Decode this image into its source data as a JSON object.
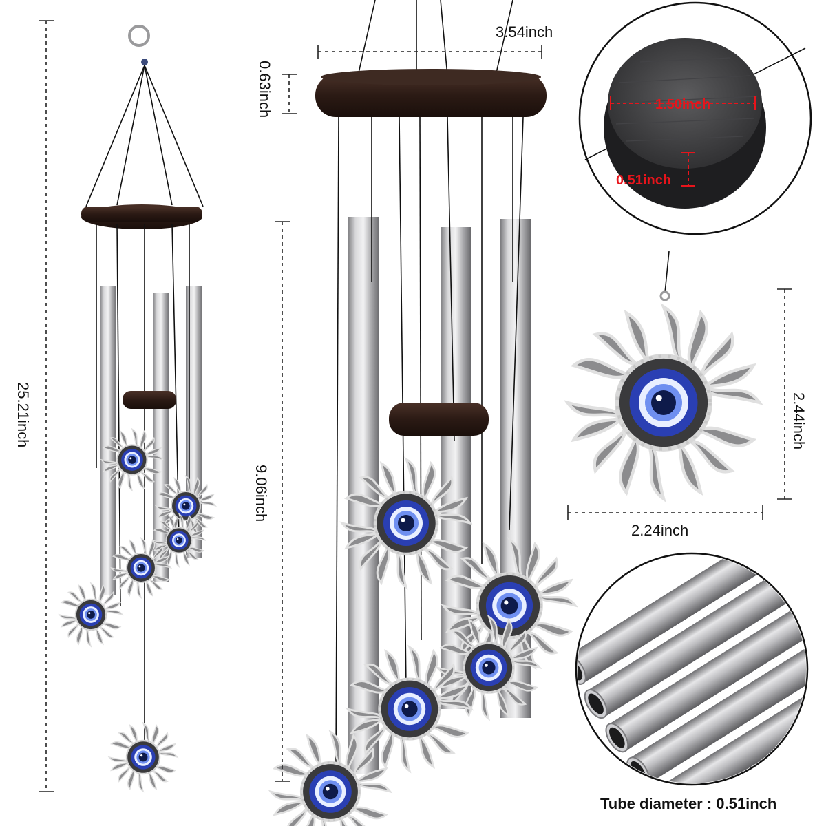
{
  "image": {
    "kind": "product dimension photo",
    "subject": "silver wind chime with sun-shaped evil eye pendants"
  },
  "dimensions": {
    "total_length": "25.21inch",
    "top_diameter": "3.54inch",
    "top_thickness": "0.63inch",
    "tube_length": "9.06inch",
    "pendant_height": "2.44inch",
    "pendant_width": "2.24inch",
    "wood_disc_diameter": "1.50inch",
    "wood_disc_thickness": "0.51inch"
  },
  "captions": {
    "tube_diameter": "Tube diameter : 0.51inch"
  },
  "colors": {
    "wood": "#2b1a14",
    "tube": "#b9b9bb",
    "eye_blue": "#2a3fb3",
    "dimension_red": "#e8141b"
  }
}
